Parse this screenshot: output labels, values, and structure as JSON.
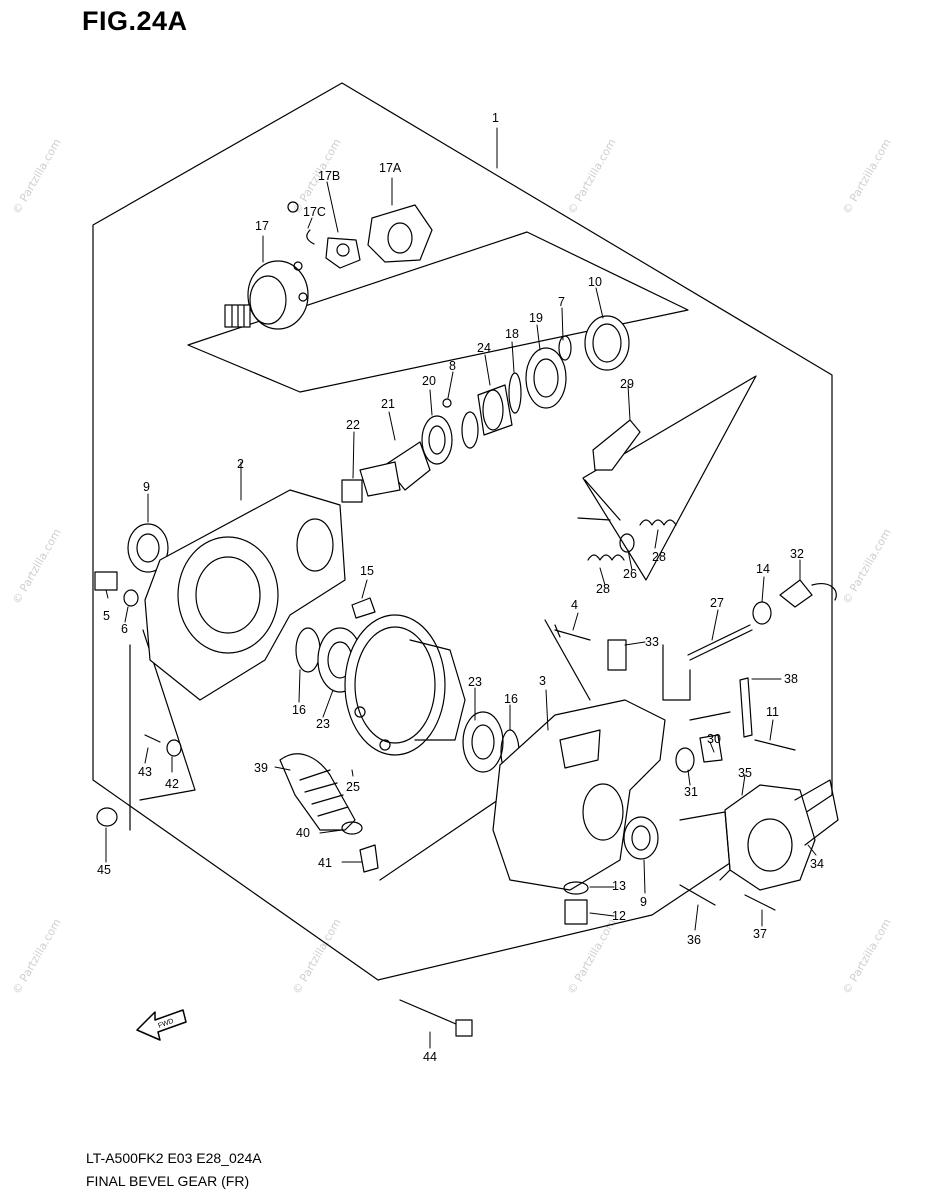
{
  "figure": {
    "title": "FIG.24A"
  },
  "footer": {
    "model_code": "LT-A500FK2 E03 E28_024A",
    "section_name": "FINAL BEVEL GEAR (FR)"
  },
  "fine_print": {
    "line1": "",
    "line2": ""
  },
  "watermark": "© Partzilla.com",
  "fwd_arrow": {
    "label": "FWD"
  },
  "callouts": {
    "c1": "1",
    "c2": "2",
    "c3": "3",
    "c4": "4",
    "c5": "5",
    "c6": "6",
    "c7": "7",
    "c8": "8",
    "c9a": "9",
    "c9b": "9",
    "c10": "10",
    "c11": "11",
    "c12": "12",
    "c13": "13",
    "c14": "14",
    "c15": "15",
    "c16a": "16",
    "c16b": "16",
    "c17": "17",
    "c17a": "17A",
    "c17b": "17B",
    "c17c": "17C",
    "c18": "18",
    "c19": "19",
    "c20": "20",
    "c21": "21",
    "c22": "22",
    "c23a": "23",
    "c23b": "23",
    "c24": "24",
    "c25": "25",
    "c26": "26",
    "c27": "27",
    "c28a": "28",
    "c28b": "28",
    "c29": "29",
    "c30": "30",
    "c31": "31",
    "c32": "32",
    "c33": "33",
    "c34": "34",
    "c35": "35",
    "c36": "36",
    "c37": "37",
    "c38": "38",
    "c39": "39",
    "c40": "40",
    "c41": "41",
    "c42": "42",
    "c43": "43",
    "c44": "44",
    "c45": "45"
  }
}
